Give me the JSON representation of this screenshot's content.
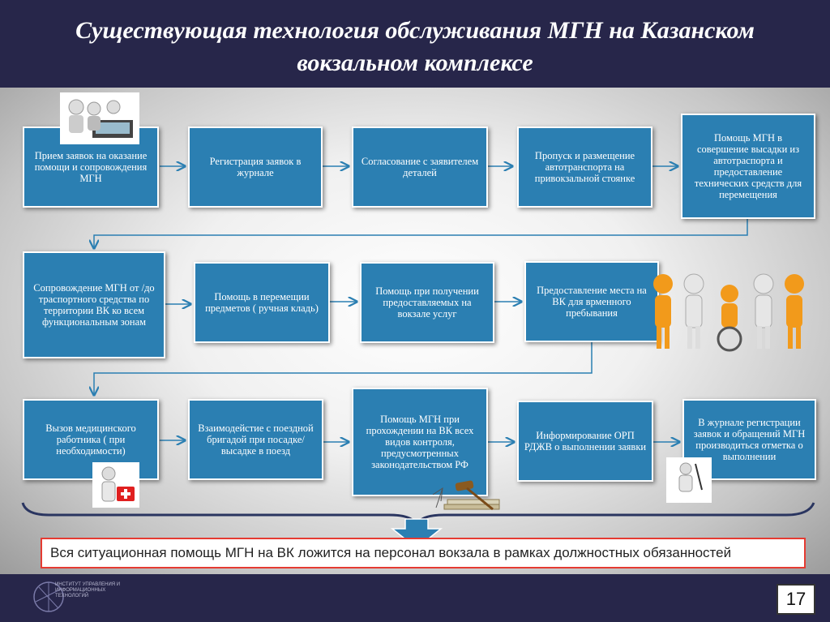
{
  "title": "Существующая технология обслуживания МГН на Казанском вокзальном комплексе",
  "row1": [
    "Прием заявок  на оказание помощи и сопровождения МГН",
    "Регистрация заявок в журнале",
    "Согласование с заявителем деталей",
    "Пропуск и размещение автотранспорта на привокзальной стоянке",
    "Помощь МГН в совершение высадки из автотраспорта и предоставление технических средств для перемещения"
  ],
  "row2": [
    "Сопровождение МГН от /до траспортного средства по территории ВК ко всем функциональным зонам",
    "Помощь в перемещии предметов ( ручная кладь)",
    "Помощь при получении предоставляемых на вокзале услуг",
    "Предоставление места на ВК для врменного пребывания"
  ],
  "row3": [
    "Вызов медицинского работника ( при необходимости)",
    "Взаимодейстие с поездной бригадой при посадке/высадке в поезд",
    "Помощь МГН при прохождении  на ВК всех видов контроля, предусмотренных законодательством РФ",
    "Информирование ОРП РДЖВ о выполнении заявки",
    "В журнале регистрации заявок и обращений МГН производиться отметка о выполнении"
  ],
  "summary": "Вся ситуационная помощь МГН на ВК ложится на персонал вокзала в рамках должностных обязанностей",
  "page_number": "17",
  "logo_text": "Институт управления и информационных технологий",
  "colors": {
    "box": "#2b7fb2",
    "header": "#27264a",
    "arrow": "#2b7fb2",
    "summary_border": "#e53b32"
  }
}
